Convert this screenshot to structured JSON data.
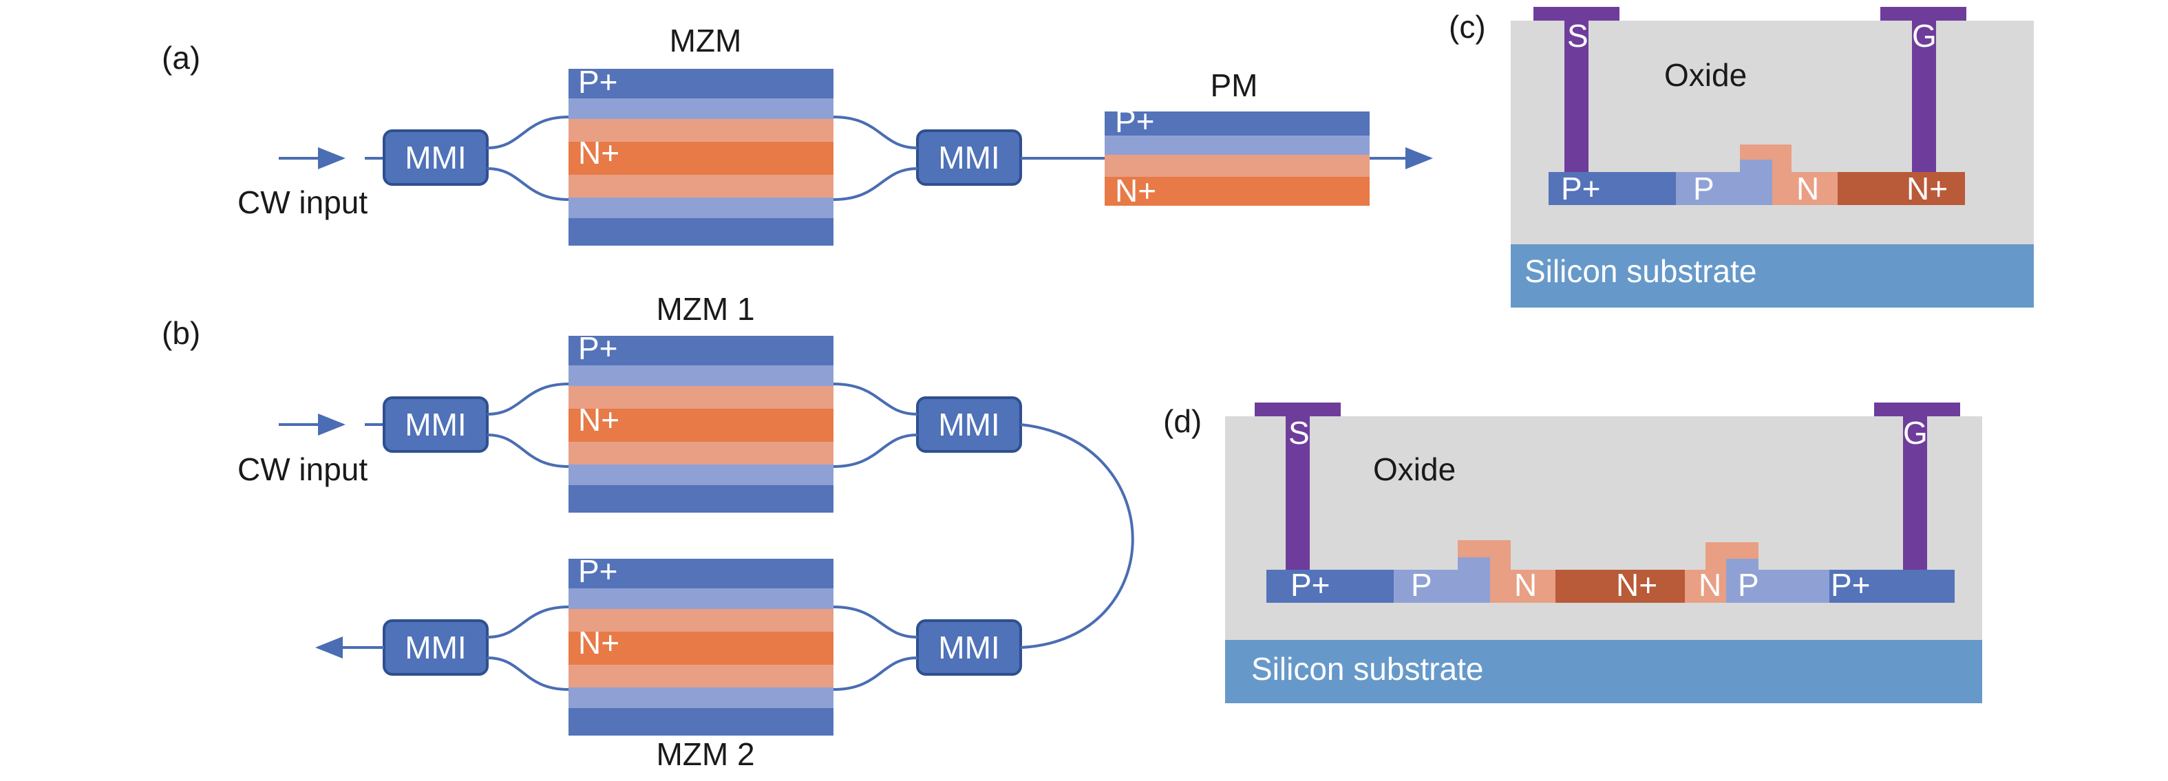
{
  "panels": {
    "a": {
      "tag": "(a)",
      "mzm_title": "MZM",
      "pm_title": "PM",
      "input": "CW input",
      "mmi_in": "MMI",
      "mmi_out": "MMI",
      "p_plus": "P+",
      "n_plus": "N+"
    },
    "b": {
      "tag": "(b)",
      "mzm1_title": "MZM 1",
      "mzm2_title": "MZM 2",
      "input": "CW input",
      "mmi_in": "MMI",
      "mmi_mid": "MMI",
      "mmi_lower": "MMI",
      "mmi_out": "MMI",
      "p_plus": "P+",
      "n_plus": "N+"
    },
    "c": {
      "tag": "(c)",
      "s": "S",
      "g": "G",
      "oxide": "Oxide",
      "substrate": "Silicon substrate",
      "regions": [
        "P+",
        "P",
        "N",
        "N+"
      ]
    },
    "d": {
      "tag": "(d)",
      "s": "S",
      "g": "G",
      "oxide": "Oxide",
      "substrate": "Silicon substrate",
      "regions": [
        "P+",
        "P",
        "N",
        "N+",
        "N",
        "P",
        "P+"
      ]
    }
  },
  "colors": {
    "mmi_fill": "#4f72b8",
    "mmi_stroke": "#2f4f8f",
    "p_plus": "#5473b9",
    "p": "#8fa1d4",
    "n_light": "#e89f84",
    "n_plus": "#e77a47",
    "n_plus_dark": "#b95a38",
    "oxide": "#d9d9d9",
    "substrate": "#6699c9",
    "metal": "#6e3d9c",
    "arrow": "#4a6db3"
  }
}
